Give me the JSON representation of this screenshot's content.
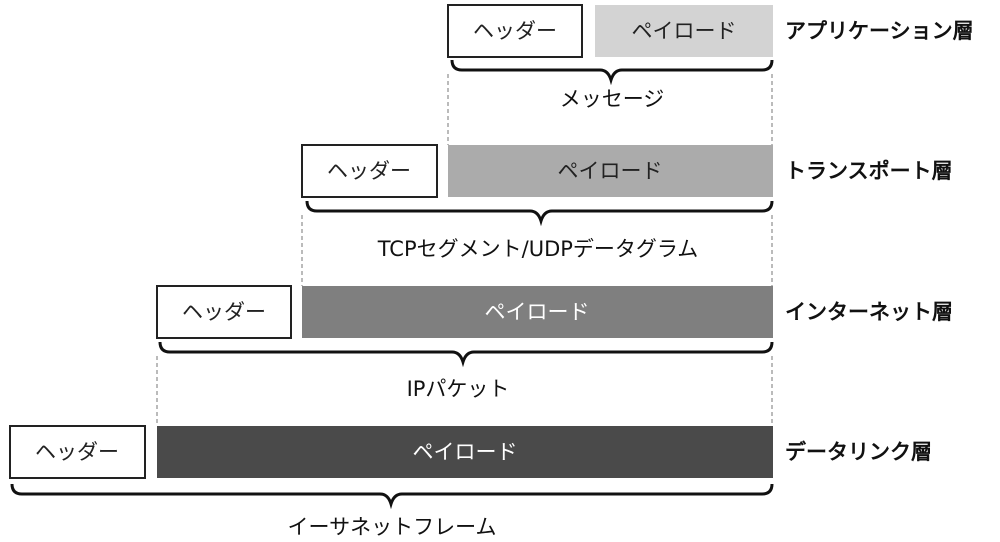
{
  "rows": [
    {
      "key": "app",
      "header": "ヘッダー",
      "payload": "ペイロード",
      "layer": "アプリケーション層",
      "caption": "メッセージ",
      "payload_color": "#d3d3d3",
      "payload_text_color": "#222222"
    },
    {
      "key": "transport",
      "header": "ヘッダー",
      "payload": "ペイロード",
      "layer": "トランスポート層",
      "caption": "TCPセグメント/UDPデータグラム",
      "payload_color": "#ababab",
      "payload_text_color": "#222222"
    },
    {
      "key": "internet",
      "header": "ヘッダー",
      "payload": "ペイロード",
      "layer": "インターネット層",
      "caption": "IPパケット",
      "payload_color": "#7f7f7f",
      "payload_text_color": "#ffffff"
    },
    {
      "key": "datalink",
      "header": "ヘッダー",
      "payload": "ペイロード",
      "layer": "データリンク層",
      "caption": "イーサネットフレーム",
      "payload_color": "#4a4a4a",
      "payload_text_color": "#ffffff"
    }
  ]
}
